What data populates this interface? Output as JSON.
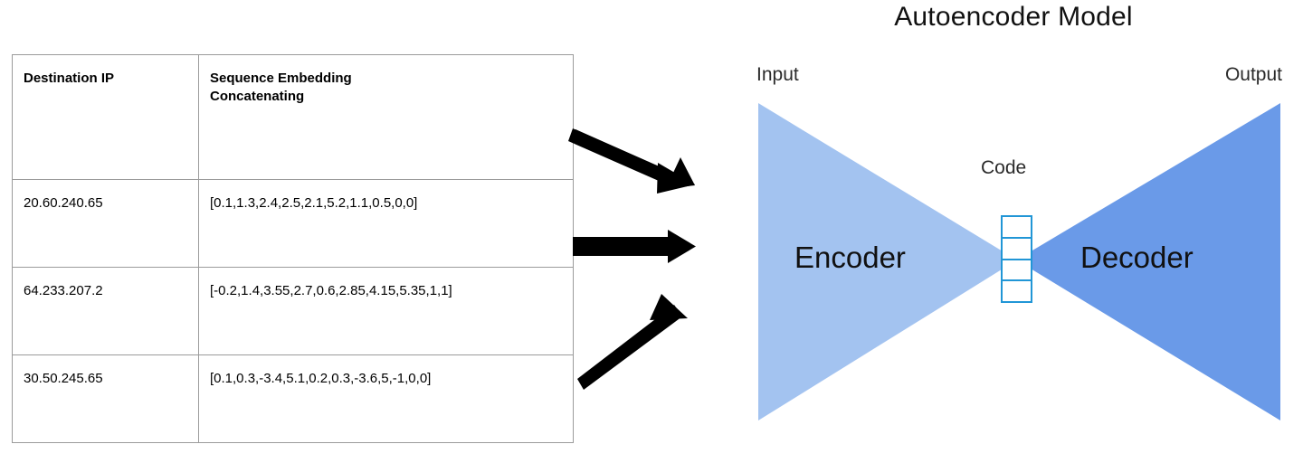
{
  "table": {
    "headers": [
      "Destination IP",
      "Sequence Embedding\nConcatenating"
    ],
    "header_ip": "Destination IP",
    "header_embedding_line1": "Sequence Embedding",
    "header_embedding_line2": "Concatenating",
    "rows": [
      {
        "ip": "20.60.240.65",
        "embedding": "[0.1,1.3,2.4,2.5,2.1,5.2,1.1,0.5,0,0]"
      },
      {
        "ip": "64.233.207.2",
        "embedding": "[-0.2,1.4,3.55,2.7,0.6,2.85,4.15,5.35,1,1]"
      },
      {
        "ip": "30.50.245.65",
        "embedding": "[0.1,0.3,-3.4,5.1,0.2,0.3,-3.6,5,-1,0,0]"
      }
    ]
  },
  "arrows": [
    {
      "name": "arrow-diagonal-down",
      "direction": "down-right",
      "color": "#000000"
    },
    {
      "name": "arrow-horizontal",
      "direction": "right",
      "color": "#000000"
    },
    {
      "name": "arrow-diagonal-up",
      "direction": "up-right",
      "color": "#000000"
    }
  ],
  "diagram": {
    "title": "Autoencoder Model",
    "input_label": "Input",
    "output_label": "Output",
    "code_label": "Code",
    "encoder_label": "Encoder",
    "decoder_label": "Decoder",
    "code_cells": 4,
    "colors": {
      "encoder_fill": "#a3c3f0",
      "decoder_fill": "#6a9ae8",
      "code_border": "#2196d6",
      "code_fill": "#ffffff",
      "arrow": "#000000",
      "table_border": "#9b9b9b",
      "text": "#000000",
      "background": "#ffffff"
    }
  }
}
